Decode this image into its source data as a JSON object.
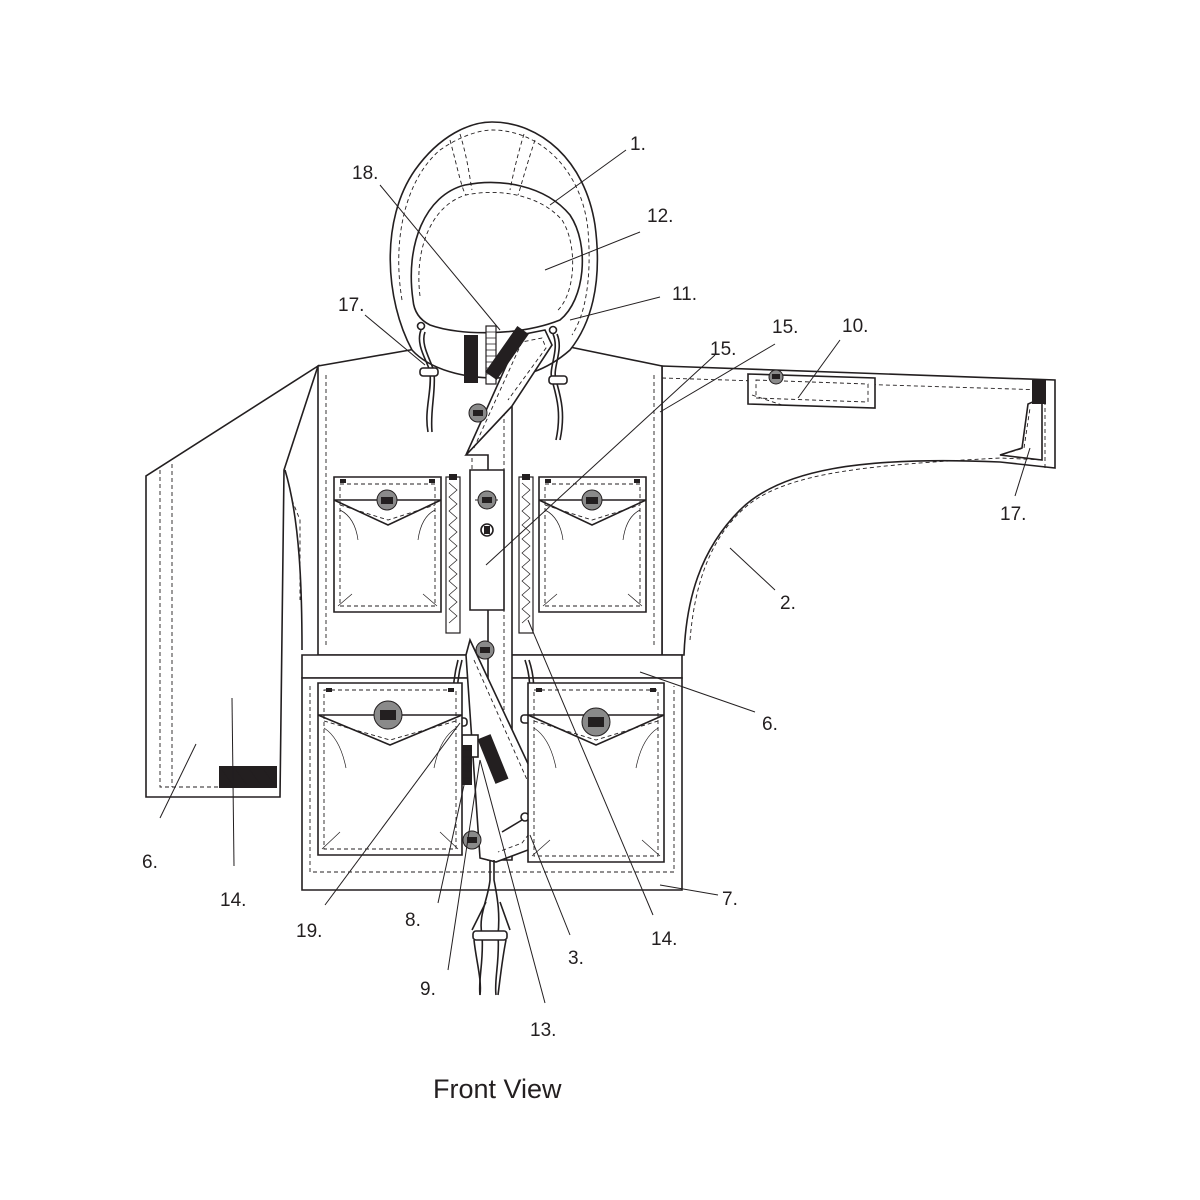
{
  "diagram": {
    "caption": "Front View",
    "callouts": [
      {
        "id": "c1",
        "label": "1."
      },
      {
        "id": "c2",
        "label": "2."
      },
      {
        "id": "c3",
        "label": "3."
      },
      {
        "id": "c6a",
        "label": "6."
      },
      {
        "id": "c6b",
        "label": "6."
      },
      {
        "id": "c7",
        "label": "7."
      },
      {
        "id": "c8",
        "label": "8."
      },
      {
        "id": "c9",
        "label": "9."
      },
      {
        "id": "c10",
        "label": "10."
      },
      {
        "id": "c11",
        "label": "11."
      },
      {
        "id": "c12",
        "label": "12."
      },
      {
        "id": "c13",
        "label": "13."
      },
      {
        "id": "c14a",
        "label": "14."
      },
      {
        "id": "c14b",
        "label": "14."
      },
      {
        "id": "c15a",
        "label": "15."
      },
      {
        "id": "c15b",
        "label": "15."
      },
      {
        "id": "c17a",
        "label": "17."
      },
      {
        "id": "c17b",
        "label": "17."
      },
      {
        "id": "c18",
        "label": "18."
      },
      {
        "id": "c19",
        "label": "19."
      }
    ]
  },
  "colors": {
    "line": "#231f20",
    "background": "#ffffff",
    "button_fill": "#8a8a8a",
    "velcro_fill": "#231f20"
  }
}
